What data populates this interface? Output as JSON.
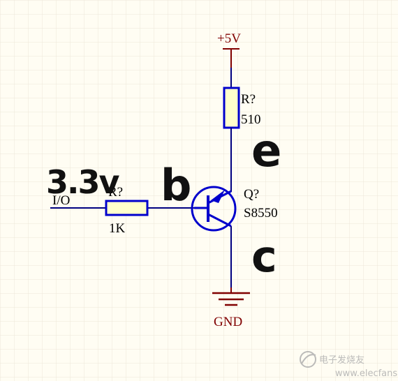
{
  "colors": {
    "background": "#fffdf3",
    "grid": "#ece6d8",
    "wire": "#000080",
    "component": "#0000cc",
    "body_fill": "#ffffcc",
    "power": "#800000",
    "label": "#000000",
    "handwriting": "#111111",
    "watermark": "#b0b0b0"
  },
  "power": {
    "vcc_label": "+5V",
    "gnd_label": "GND"
  },
  "resistor_top": {
    "designator": "R?",
    "value": "510"
  },
  "resistor_base": {
    "designator": "R?",
    "value": "1K"
  },
  "transistor": {
    "designator": "Q?",
    "part": "S8550"
  },
  "net_label": {
    "text": "I/O"
  },
  "handwritten": {
    "emitter": "e",
    "base": "b",
    "collector": "c",
    "voltage": "3.3v"
  },
  "watermark": {
    "text": "电子发烧友",
    "site": "www.elecfans.com"
  }
}
